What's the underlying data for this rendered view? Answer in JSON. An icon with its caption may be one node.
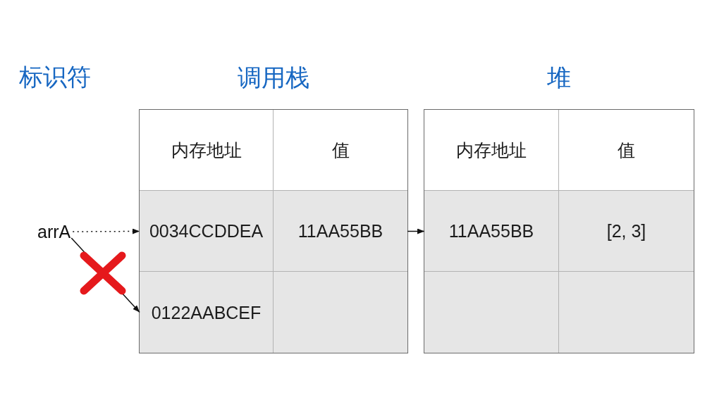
{
  "diagram": {
    "nodes": [
      {
        "text": [
          "arrA"
        ]
      },
      {
        "text": [
          "调用栈"
        ]
      },
      {
        "text": [
          "内存地址"
        ],
        "in": 1
      },
      {
        "text": [
          "值"
        ],
        "in": 1
      },
      {
        "text": [
          "0034CCDDEA"
        ],
        "in": 1
      },
      {
        "text": [
          "11AA55BB"
        ],
        "in": 1
      },
      {
        "text": [
          "0122AABCEF"
        ],
        "in": 1
      },
      {
        "text": [],
        "shape": "box",
        "in": 1
      },
      {
        "text": [
          "堆"
        ]
      },
      {
        "text": [
          "内存地址"
        ],
        "in": 8
      },
      {
        "text": [
          "值"
        ],
        "in": 8
      },
      {
        "text": [
          "11AA55BB"
        ],
        "in": 8
      },
      {
        "text": [
          "[2, 3]"
        ],
        "in": 8
      },
      {
        "text": [],
        "shape": "box",
        "in": 8
      },
      {
        "text": [],
        "shape": "box",
        "in": 8
      }
    ],
    "edges": [
      {
        "from": 0,
        "to": 4,
        "arrow": "to",
        "style": "dashed"
      },
      {
        "from": 0,
        "to": 6,
        "arrow": "to"
      },
      {
        "from": 5,
        "to": 11,
        "arrow": "to"
      }
    ],
    "labels": [
      "标识符"
    ]
  }
}
